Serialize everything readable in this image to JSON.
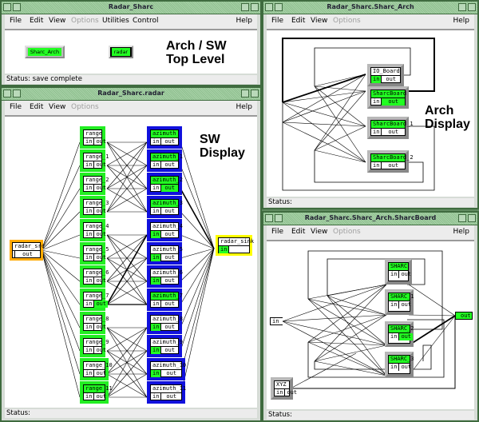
{
  "windows": {
    "top": {
      "title": "Radar_Sharc",
      "menu": [
        "File",
        "Edit",
        "View",
        "Options",
        "Utilities",
        "Control"
      ],
      "help": "Help",
      "buttons": {
        "arch": "Sharc_Arch",
        "radar": "radar"
      },
      "caption": [
        "Arch / SW",
        "Top Level"
      ],
      "status": "Status: save complete"
    },
    "sw": {
      "title": "Radar_Sharc.radar",
      "menu": [
        "File",
        "Edit",
        "View",
        "Options"
      ],
      "help": "Help",
      "caption": [
        "SW",
        "Display"
      ],
      "status": "Status:",
      "source": {
        "name": "radar_src",
        "out": "out"
      },
      "sink": {
        "name": "radar_sink",
        "in": "in"
      },
      "range": [
        "range",
        "range_1",
        "range_2",
        "range_3",
        "range_4",
        "range_5",
        "range_6",
        "range_7",
        "range_8",
        "range_9",
        "range_10",
        "range_11"
      ],
      "azimuth": [
        "azimuth",
        "azimuth_1",
        "azimuth_2",
        "azimuth_3",
        "azimuth_4",
        "azimuth_5",
        "azimuth_6",
        "azimuth_7",
        "azimuth_8",
        "azimuth_9",
        "azimuth_10",
        "azimuth_11"
      ],
      "port_in": "in",
      "port_out": "out"
    },
    "arch": {
      "title": "Radar_Sharc.Sharc_Arch",
      "menu": [
        "File",
        "Edit",
        "View",
        "Options"
      ],
      "help": "Help",
      "caption": [
        "Arch",
        "Display"
      ],
      "status": "Status:",
      "boards": [
        "IO_Board",
        "SharcBoard",
        "SharcBoard_1",
        "SharcBoard_2"
      ],
      "port_in": "in",
      "port_out": "out"
    },
    "board": {
      "title": "Radar_Sharc.Sharc_Arch.SharcBoard",
      "menu": [
        "File",
        "Edit",
        "View",
        "Options"
      ],
      "help": "Help",
      "status": "Status:",
      "chips": [
        "SHARC",
        "SHARC_1",
        "SHARC_2",
        "SHARC_3"
      ],
      "xyz": "XYZ",
      "in_port": "in",
      "out_port": "out",
      "port_in": "in",
      "port_out": "out"
    }
  },
  "colors": {
    "active": "#22ff22",
    "blue": "#1111dd",
    "orange": "#ffaa00",
    "yellow": "#ffff00",
    "frame": "#3f6b3f"
  }
}
